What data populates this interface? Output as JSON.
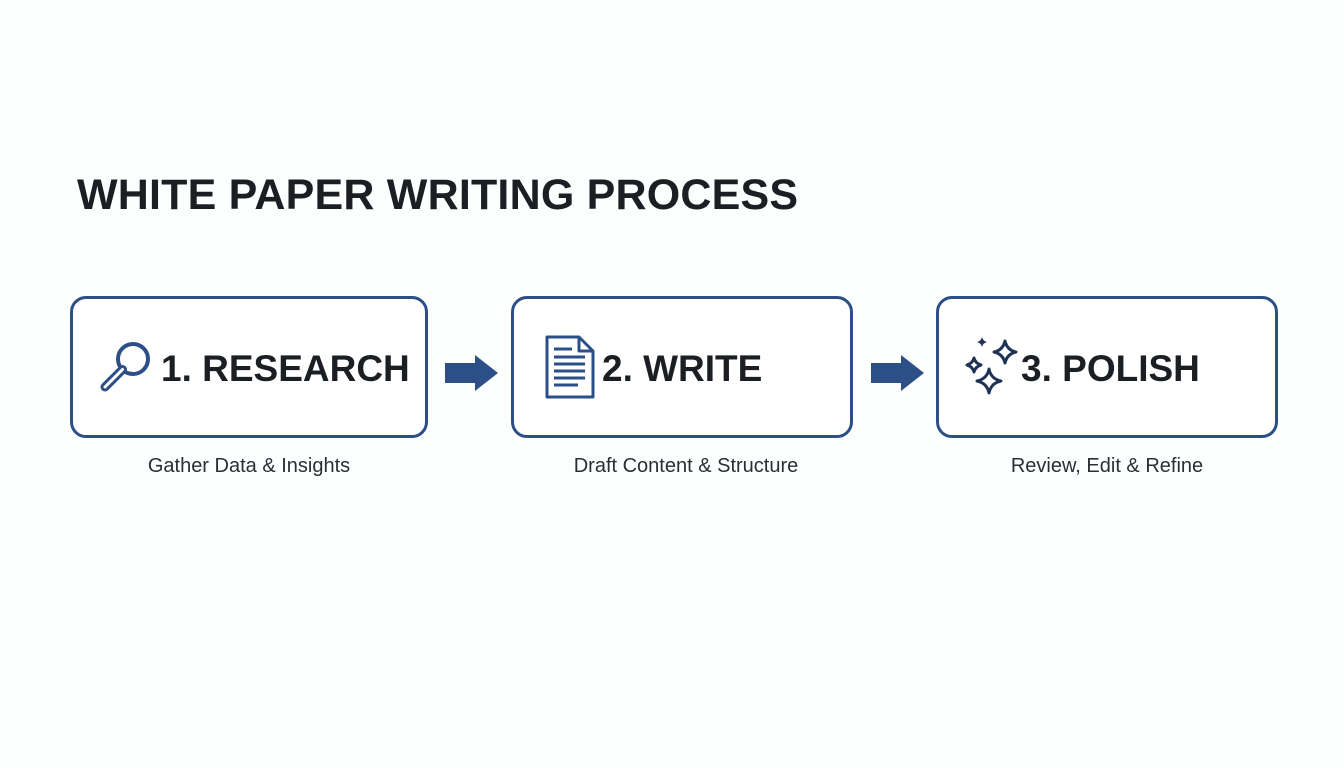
{
  "title": "WHITE PAPER WRITING PROCESS",
  "colors": {
    "accent": "#2c4f87",
    "text": "#1b1f24",
    "background": "#fdfefe"
  },
  "steps": [
    {
      "label": "1. RESEARCH",
      "caption": "Gather Data & Insights",
      "icon": "magnifying-glass-icon"
    },
    {
      "label": "2. WRITE",
      "caption": "Draft Content & Structure",
      "icon": "document-icon"
    },
    {
      "label": "3. POLISH",
      "caption": "Review, Edit & Refine",
      "icon": "sparkles-icon"
    }
  ],
  "connectors": [
    "arrow-right-icon",
    "arrow-right-icon"
  ]
}
